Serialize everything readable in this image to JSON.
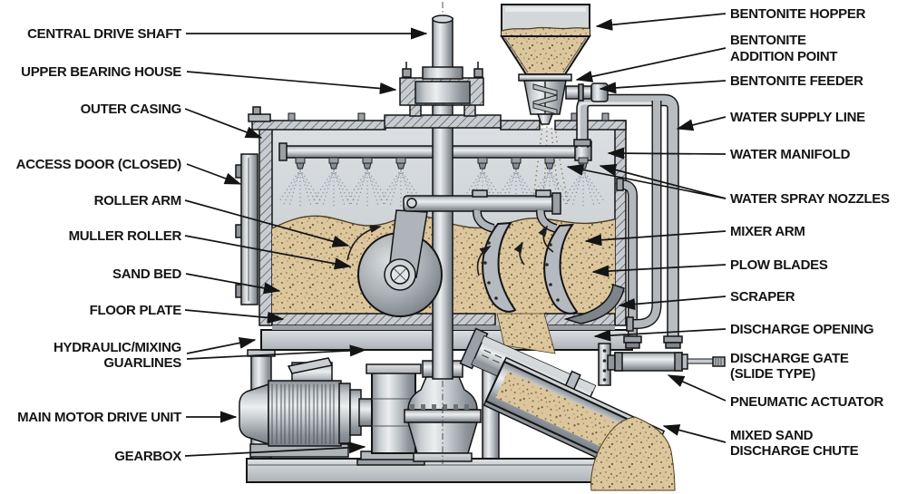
{
  "colors": {
    "background": "#ffffff",
    "label_text": "#151515",
    "leader_line": "#141414",
    "outline": "#141414",
    "sand": "#dcc69e",
    "sand_speckle": "#7a6233",
    "metal_light": "#eceeef",
    "metal_mid": "#b7bcc1",
    "metal_dark": "#81878d",
    "hatch_fill": "#c8ccd0",
    "spray_dots": "#7f8fa0"
  },
  "labels": {
    "left": [
      {
        "id": "central-drive-shaft",
        "lines": [
          "CENTRAL DRIVE SHAFT"
        ]
      },
      {
        "id": "upper-bearing-house",
        "lines": [
          "UPPER BEARING HOUSE"
        ]
      },
      {
        "id": "outer-casing",
        "lines": [
          "OUTER CASING"
        ]
      },
      {
        "id": "access-door",
        "lines": [
          "ACCESS DOOR (CLOSED)"
        ]
      },
      {
        "id": "roller-arm",
        "lines": [
          "ROLLER ARM"
        ]
      },
      {
        "id": "muller-roller",
        "lines": [
          "MULLER ROLLER"
        ]
      },
      {
        "id": "sand-bed",
        "lines": [
          "SAND BED"
        ]
      },
      {
        "id": "floor-plate",
        "lines": [
          "FLOOR PLATE"
        ]
      },
      {
        "id": "hydraulic-mixing-guarlines",
        "lines": [
          "HYDRAULIC/MIXING",
          "GUARLINES"
        ]
      },
      {
        "id": "main-motor-drive-unit",
        "lines": [
          "MAIN MOTOR DRIVE UNIT"
        ]
      },
      {
        "id": "gearbox",
        "lines": [
          "GEARBOX"
        ]
      }
    ],
    "right": [
      {
        "id": "bentonite-hopper",
        "lines": [
          "BENTONITE HOPPER"
        ]
      },
      {
        "id": "bentonite-addition-point",
        "lines": [
          "BENTONITE",
          "ADDITION POINT"
        ]
      },
      {
        "id": "bentonite-feeder",
        "lines": [
          "BENTONITE FEEDER"
        ]
      },
      {
        "id": "water-supply-line",
        "lines": [
          "WATER SUPPLY LINE"
        ]
      },
      {
        "id": "water-manifold",
        "lines": [
          "WATER MANIFOLD"
        ]
      },
      {
        "id": "water-spray-nozzles",
        "lines": [
          "WATER SPRAY NOZZLES"
        ]
      },
      {
        "id": "mixer-arm",
        "lines": [
          "MIXER ARM"
        ]
      },
      {
        "id": "plow-blades",
        "lines": [
          "PLOW BLADES"
        ]
      },
      {
        "id": "scraper",
        "lines": [
          "SCRAPER"
        ]
      },
      {
        "id": "discharge-opening",
        "lines": [
          "DISCHARGE OPENING"
        ]
      },
      {
        "id": "discharge-gate",
        "lines": [
          "DISCHARGE GATE",
          "(SLIDE TYPE)"
        ]
      },
      {
        "id": "pneumatic-actuator",
        "lines": [
          "PNEUMATIC ACTUATOR"
        ]
      },
      {
        "id": "mixed-sand-discharge-chute",
        "lines": [
          "MIXED SAND",
          "DISCHARGE CHUTE"
        ]
      }
    ]
  }
}
